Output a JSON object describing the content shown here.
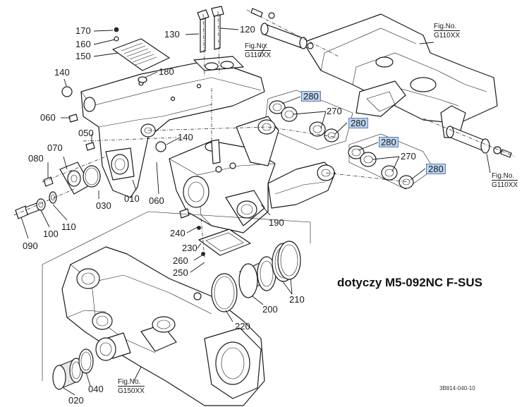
{
  "diagram": {
    "caption": "dotyczy M5-092NC F-SUS",
    "document_number": "3B814-040-10",
    "highlight_color": "#bcd3ee",
    "callouts": {
      "c170": "170",
      "c160": "160",
      "c150": "150",
      "c130": "130",
      "c120": "120",
      "c140a": "140",
      "c180": "180",
      "c060a": "060",
      "c050": "050",
      "c070": "070",
      "c080": "080",
      "c140b": "140",
      "c030": "030",
      "c010": "010",
      "c060b": "060",
      "c090": "090",
      "c100": "100",
      "c110": "110",
      "c280a": "280",
      "c270a": "270",
      "c280b": "280",
      "c280c": "280",
      "c270b": "270",
      "c280d": "280",
      "c190": "190",
      "c240": "240",
      "c230": "230",
      "c260": "260",
      "c250": "250",
      "c200": "200",
      "c210": "210",
      "c220": "220",
      "c040": "040",
      "c020": "020"
    },
    "references": {
      "ref1": {
        "label": "Fig.No.",
        "code": "G110XX"
      },
      "ref2": {
        "label": "Fig.No.",
        "code": "G110XX"
      },
      "ref3": {
        "label": "Fig.No.",
        "code": "G110XX"
      },
      "ref4": {
        "label": "Fig.No.",
        "code": "G150XX"
      }
    }
  }
}
